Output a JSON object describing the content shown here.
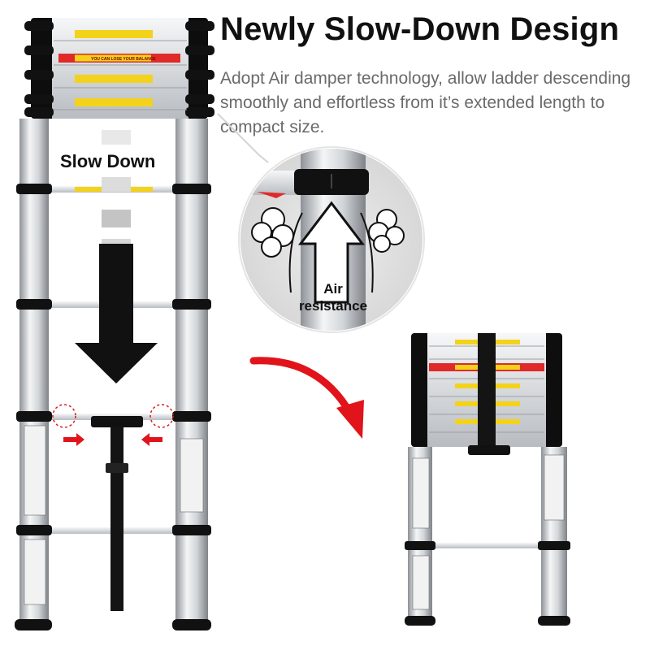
{
  "headline": "Newly Slow-Down Design",
  "description": "Adopt Air damper technology, allow ladder descending smoothly and effortless from it’s extended length to compact size.",
  "slow_down_label": "Slow Down",
  "air_resistance_label_line1": "Air",
  "air_resistance_label_line2": "resistance",
  "balance_warning": "YOU CAN LOSE YOUR BALANCE",
  "colors": {
    "aluminum": "#c9ccd0",
    "rung_band": "#111111",
    "warning_yellow": "#f3d21c",
    "warning_red": "#e02a2a",
    "callout_arrow": "#e0141a",
    "direction_arrow": "#111111"
  }
}
